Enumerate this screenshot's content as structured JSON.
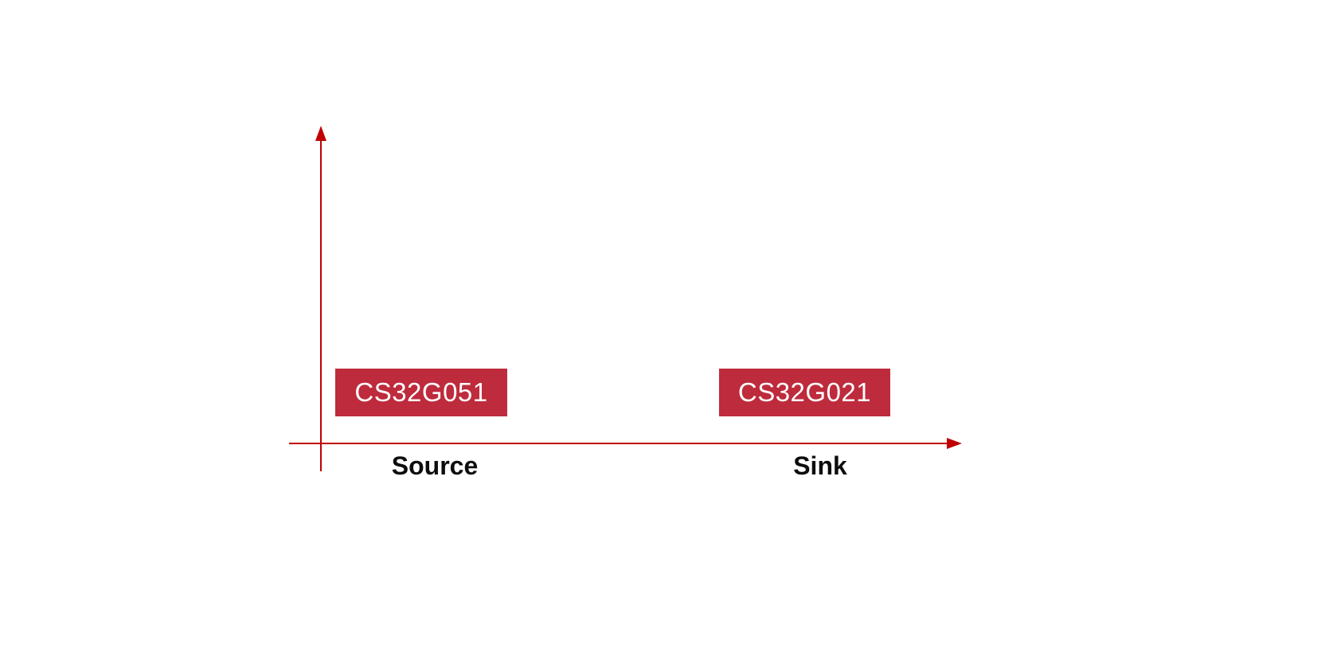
{
  "figure": {
    "background_color": "#ffffff",
    "axes": {
      "color": "#c00000",
      "y_axis_label": "",
      "x_axis_labels": [
        "Source",
        "Sink"
      ]
    },
    "nodes": [
      {
        "label": "CS32G051",
        "category": "Source"
      },
      {
        "label": "CS32G021",
        "category": "Sink"
      }
    ],
    "node_fill_color": "#be2b3c",
    "node_text_color": "#ffffff",
    "label_text_color": "#0d0d0d"
  }
}
